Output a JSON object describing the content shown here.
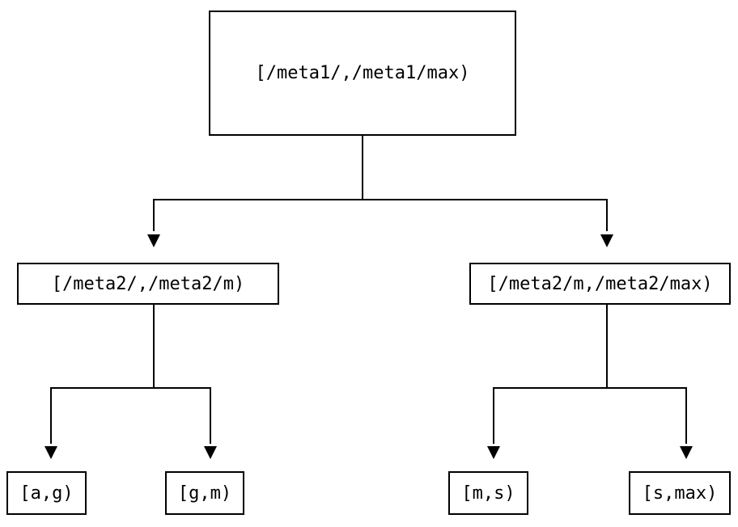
{
  "colors": {
    "background": "#ffffff",
    "line": "#000000",
    "text": "#000000"
  },
  "diagram": {
    "type": "tree",
    "nodes": {
      "root": {
        "label": "[/meta1/,/meta1/max)"
      },
      "left_child": {
        "label": "[/meta2/,/meta2/m)"
      },
      "right_child": {
        "label": "[/meta2/m,/meta2/max)"
      },
      "leaf_ag": {
        "label": "[a,g)"
      },
      "leaf_gm": {
        "label": "[g,m)"
      },
      "leaf_ms": {
        "label": "[m,s)"
      },
      "leaf_smax": {
        "label": "[s,max)"
      }
    },
    "edges": [
      {
        "from": "root",
        "to": "left_child",
        "arrow": "triangle-down"
      },
      {
        "from": "root",
        "to": "right_child",
        "arrow": "triangle-down"
      },
      {
        "from": "left_child",
        "to": "leaf_ag",
        "arrow": "triangle-down"
      },
      {
        "from": "left_child",
        "to": "leaf_gm",
        "arrow": "triangle-down"
      },
      {
        "from": "right_child",
        "to": "leaf_ms",
        "arrow": "triangle-down"
      },
      {
        "from": "right_child",
        "to": "leaf_smax",
        "arrow": "triangle-down"
      }
    ]
  }
}
